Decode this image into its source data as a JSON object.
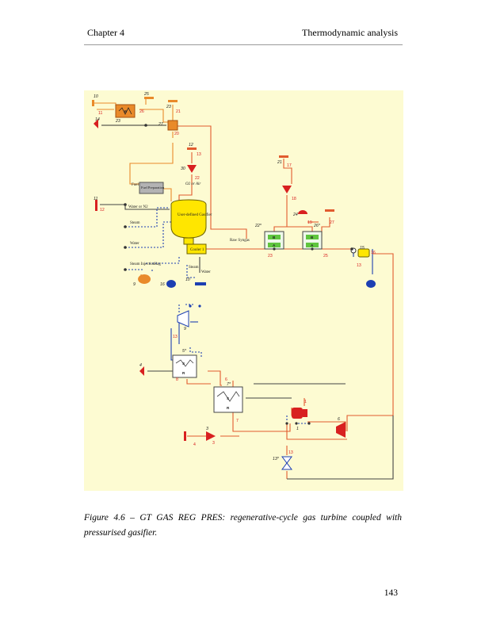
{
  "header": {
    "chapter": "Chapter 4",
    "section": "Thermodynamic analysis"
  },
  "figure": {
    "stream_labels": [
      "10",
      "11",
      "25",
      "26",
      "23",
      "14",
      "23",
      "27",
      "21",
      "20",
      "12",
      "13",
      "30",
      "22",
      "21",
      "17",
      "18",
      "11",
      "12",
      "24",
      "19",
      "27",
      "22*",
      "26*",
      "15",
      "16",
      "23",
      "25",
      "13",
      "9",
      "16",
      "10",
      "9",
      "13",
      "5*",
      "4",
      "8",
      "7*",
      "6",
      "7",
      "1",
      "6",
      "2",
      "1",
      "3",
      "4",
      "3",
      "13*",
      "13"
    ],
    "block_texts": {
      "fuel": "Fuel",
      "fuel_prep": "Fuel Preparation",
      "o2_air": "O2 or Air",
      "water_n2": "Water or N2",
      "gasifier": "User-defined Gasifier",
      "steam_in": "Steam",
      "water_in": "Water",
      "cooler": "Cooler 1",
      "raw_syngas": "Raw Syngas",
      "steam_injection": "Steam Injection",
      "slag": "Slag",
      "steam_out": "Steam",
      "water_out": "Water"
    },
    "hx_letters": [
      "E",
      "B",
      "A",
      "B",
      "A",
      "S",
      "R",
      "S",
      "R"
    ]
  },
  "caption": "Figure 4.6 – GT GAS REG PRES: regenerative-cycle gas turbine coupled with pressurised gasifier.",
  "page_number": "143"
}
